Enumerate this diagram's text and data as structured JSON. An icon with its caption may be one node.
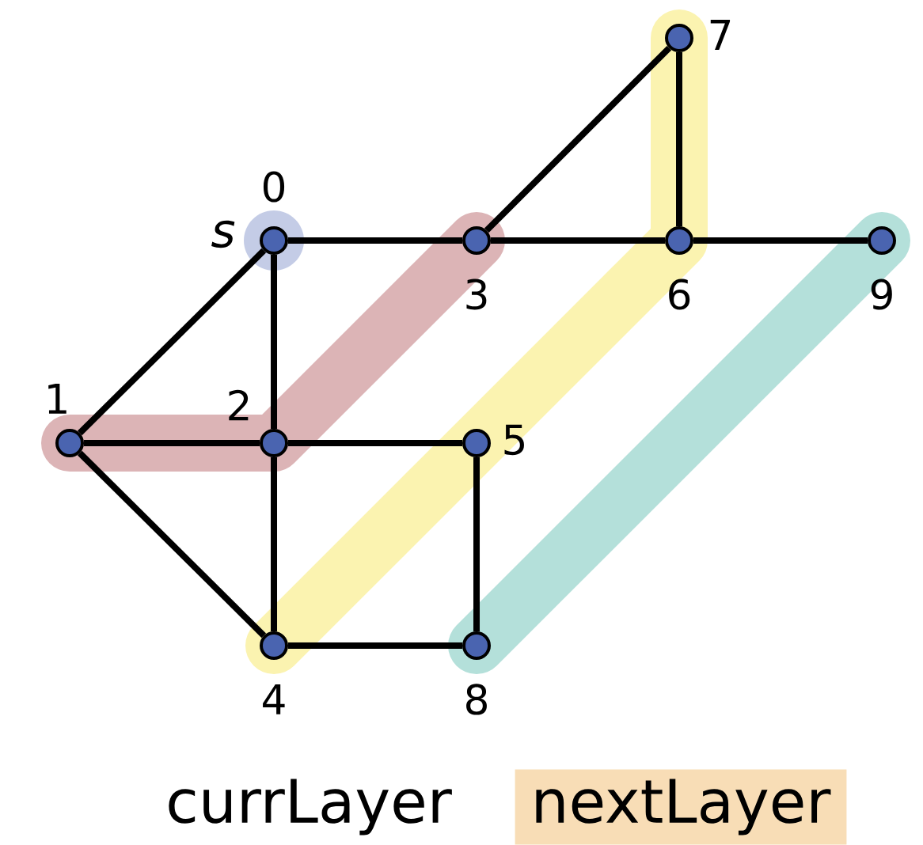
{
  "diagram": {
    "nodes": [
      {
        "text": [],
        "shape": "circle",
        "beside": [
          "0",
          "s"
        ]
      },
      {
        "text": [],
        "shape": "circle",
        "beside": [
          "1"
        ]
      },
      {
        "text": [],
        "shape": "circle",
        "beside": [
          "2"
        ]
      },
      {
        "text": [],
        "shape": "circle",
        "beside": [
          "3"
        ]
      },
      {
        "text": [],
        "shape": "circle",
        "beside": [
          "4"
        ]
      },
      {
        "text": [],
        "shape": "circle",
        "beside": [
          "5"
        ]
      },
      {
        "text": [],
        "shape": "circle",
        "beside": [
          "6"
        ]
      },
      {
        "text": [],
        "shape": "circle",
        "beside": [
          "7"
        ]
      },
      {
        "text": [],
        "shape": "circle",
        "beside": [
          "8"
        ]
      },
      {
        "text": [],
        "shape": "circle",
        "beside": [
          "9"
        ]
      }
    ],
    "edges": [
      {
        "from": 0,
        "to": 1,
        "arrow": "none"
      },
      {
        "from": 0,
        "to": 2,
        "arrow": "none"
      },
      {
        "from": 0,
        "to": 3,
        "arrow": "none"
      },
      {
        "from": 3,
        "to": 6,
        "arrow": "none"
      },
      {
        "from": 6,
        "to": 9,
        "arrow": "none"
      },
      {
        "from": 3,
        "to": 7,
        "arrow": "none"
      },
      {
        "from": 7,
        "to": 6,
        "arrow": "none"
      },
      {
        "from": 1,
        "to": 2,
        "arrow": "none"
      },
      {
        "from": 1,
        "to": 4,
        "arrow": "none"
      },
      {
        "from": 2,
        "to": 5,
        "arrow": "none"
      },
      {
        "from": 2,
        "to": 4,
        "arrow": "none"
      },
      {
        "from": 5,
        "to": 8,
        "arrow": "none"
      },
      {
        "from": 4,
        "to": 8,
        "arrow": "none"
      }
    ],
    "labels": [
      "currLayer",
      "nextLayer"
    ]
  }
}
